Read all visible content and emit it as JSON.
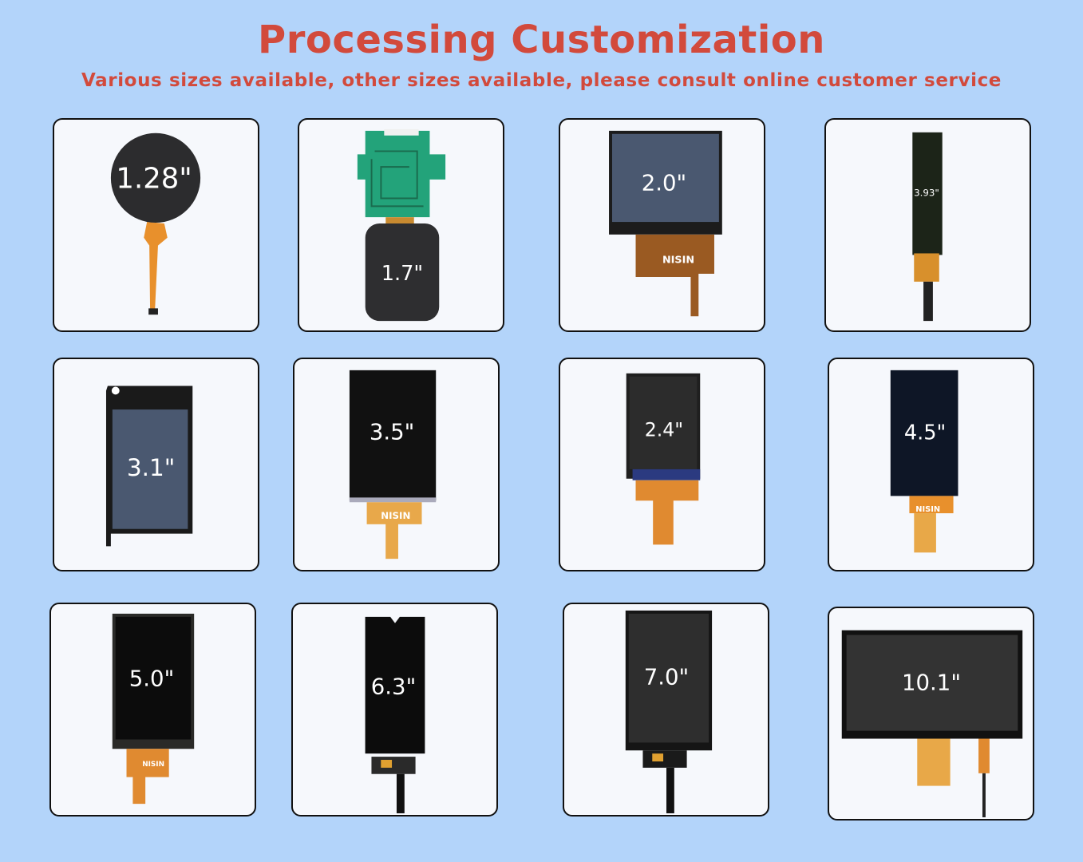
{
  "header": {
    "title": "Processing Customization",
    "subtitle": "Various sizes available, other sizes available, please consult online customer service"
  },
  "products": [
    {
      "size": "1.28\"",
      "shape": "round"
    },
    {
      "size": "1.7\"",
      "shape": "rounded-square-with-pcb"
    },
    {
      "size": "2.0\"",
      "shape": "landscape-square"
    },
    {
      "size": "3.93\"",
      "shape": "bar"
    },
    {
      "size": "3.1\"",
      "shape": "portrait-with-frame"
    },
    {
      "size": "3.5\"",
      "shape": "portrait"
    },
    {
      "size": "2.4\"",
      "shape": "portrait"
    },
    {
      "size": "4.5\"",
      "shape": "portrait"
    },
    {
      "size": "5.0\"",
      "shape": "portrait"
    },
    {
      "size": "6.3\"",
      "shape": "portrait-notch"
    },
    {
      "size": "7.0\"",
      "shape": "portrait"
    },
    {
      "size": "10.1\"",
      "shape": "landscape"
    }
  ],
  "brand": "NISIN",
  "colors": {
    "background": "#b3d4fa",
    "title": "#d24a3c",
    "card": "#f6f8fc",
    "flex_cable": "#e8902c",
    "pcb": "#23a37a",
    "panel_blue": "#4a5870"
  }
}
